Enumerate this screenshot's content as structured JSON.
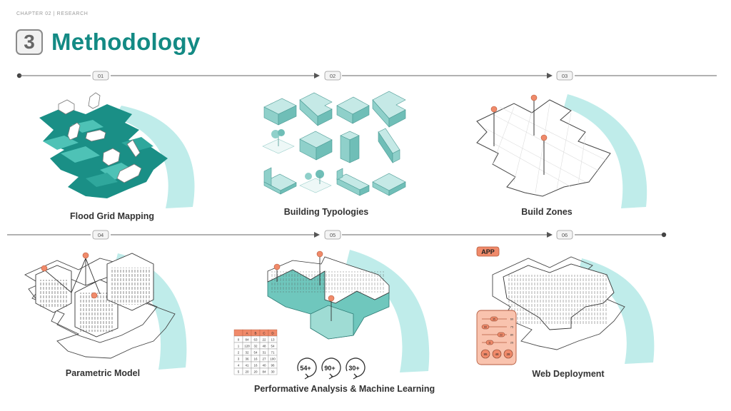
{
  "header": {
    "chapter": "CHAPTER 02 | RESEARCH",
    "section_number": "3",
    "title": "Methodology"
  },
  "colors": {
    "teal_dark": "#138a84",
    "teal": "#3fb0a6",
    "teal_light": "#9fd8d3",
    "river": "#bfecea",
    "accent": "#f08a6a",
    "accent_light": "#f9c3ae"
  },
  "steps": [
    {
      "number": "01",
      "label": "Flood Grid Mapping"
    },
    {
      "number": "02",
      "label": "Building Typologies"
    },
    {
      "number": "03",
      "label": "Build Zones"
    },
    {
      "number": "04",
      "label": "Parametric Model"
    },
    {
      "number": "05",
      "label": "Performative Analysis & Machine Learning"
    },
    {
      "number": "06",
      "label": "Web Deployment"
    }
  ],
  "table": {
    "headers": [
      "",
      "A",
      "B",
      "C",
      "D"
    ],
    "rows": [
      [
        "0",
        "84",
        "63",
        "22",
        "13"
      ],
      [
        "1",
        "128",
        "32",
        "48",
        "54"
      ],
      [
        "2",
        "32",
        "54",
        "31",
        "71"
      ],
      [
        "3",
        "36",
        "16",
        "27",
        "100"
      ],
      [
        "4",
        "41",
        "16",
        "40",
        "96"
      ],
      [
        "5",
        "20",
        "20",
        "84",
        "30"
      ]
    ]
  },
  "scores": [
    "54+",
    "90+",
    "30+"
  ],
  "app": {
    "badge": "APP",
    "slider_values": [
      "60",
      "75",
      "80",
      "25"
    ],
    "slider_labels": [
      "35",
      "60",
      "22",
      "11"
    ],
    "dials": [
      "95",
      "48",
      "28"
    ]
  }
}
